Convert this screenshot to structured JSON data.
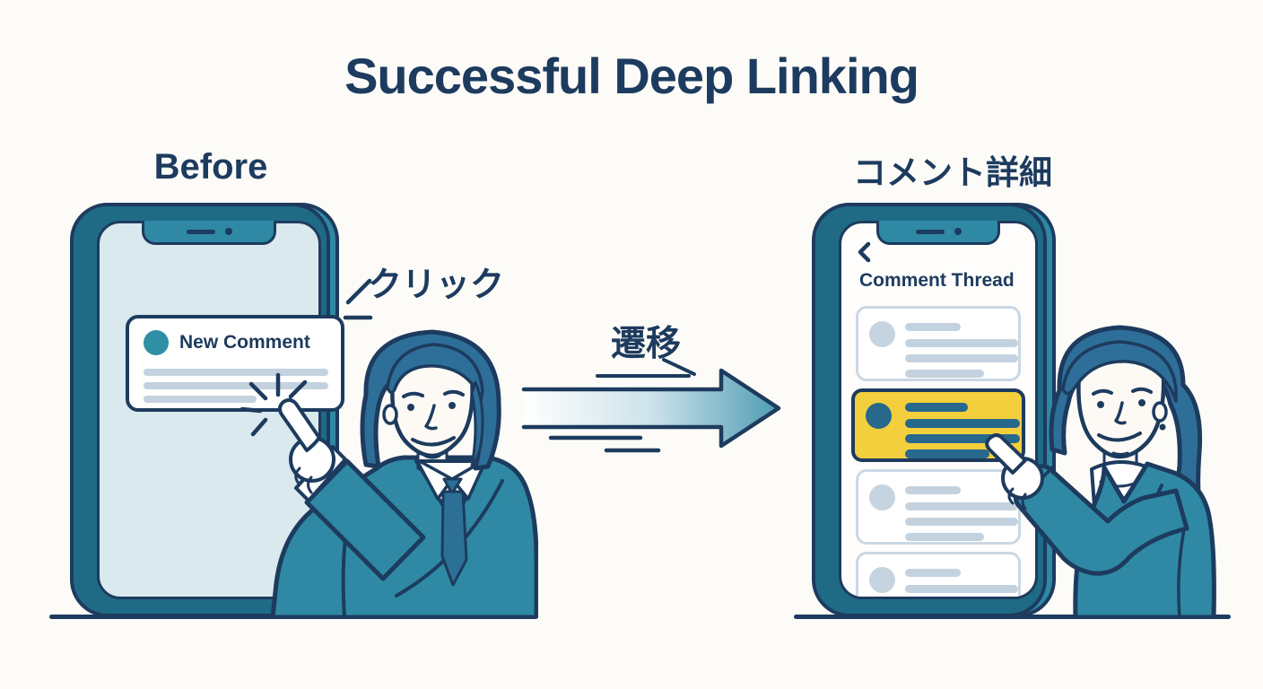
{
  "title": "Successful Deep Linking",
  "colors": {
    "navy": "#1d3b5e",
    "teal": "#2f89a4",
    "teal_dark": "#1f6b86",
    "screen_blue": "#d9e9ee",
    "skin": "#fdfaf5",
    "hair": "#2e6f99",
    "line_gray": "#c3d2de",
    "card_border": "#cad8e3",
    "light_avatar": "#c5d4e0",
    "avatar_teal": "#2e8fa5",
    "yellow": "#f3cf3d",
    "steel": "#27688c",
    "tie": "#2d7095",
    "bg": "#fcfbf8"
  },
  "before": {
    "label": "Before",
    "click_label": "クリック",
    "notification": {
      "title": "New Comment"
    }
  },
  "transition": {
    "label": "遷移"
  },
  "after": {
    "label": "コメント詳細",
    "thread_title": "Comment Thread",
    "comment_cards": [
      {
        "state": "read"
      },
      {
        "state": "highlighted-target"
      },
      {
        "state": "read"
      },
      {
        "state": "read-clipped"
      }
    ]
  }
}
